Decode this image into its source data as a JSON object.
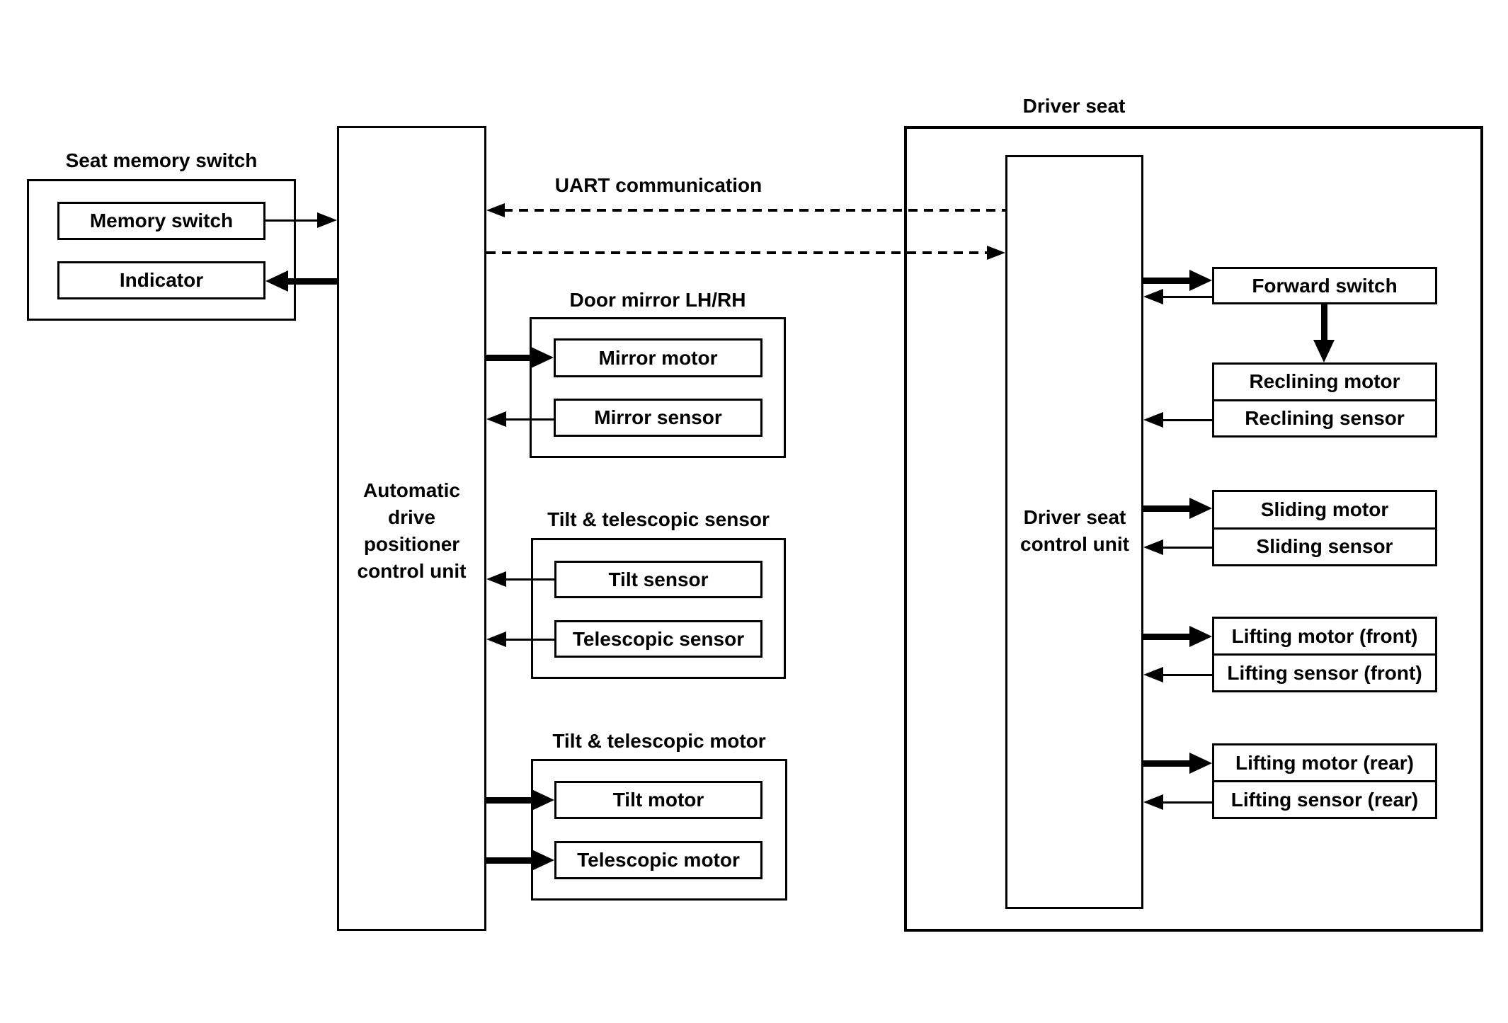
{
  "colors": {
    "line": "#000000",
    "background": "#ffffff"
  },
  "seat_memory": {
    "title": "Seat memory switch",
    "memory_switch": "Memory switch",
    "indicator": "Indicator"
  },
  "adp_unit": {
    "line1": "Automatic",
    "line2": "drive",
    "line3": "positioner",
    "line4": "control unit"
  },
  "uart": {
    "label": "UART communication"
  },
  "door_mirror": {
    "title": "Door mirror LH/RH",
    "motor": "Mirror motor",
    "sensor": "Mirror sensor"
  },
  "tilt_sensor_group": {
    "title": "Tilt & telescopic sensor",
    "tilt": "Tilt sensor",
    "telescopic": "Telescopic sensor"
  },
  "tilt_motor_group": {
    "title": "Tilt & telescopic motor",
    "tilt": "Tilt motor",
    "telescopic": "Telescopic motor"
  },
  "driver_seat": {
    "title": "Driver seat",
    "unit_line1": "Driver seat",
    "unit_line2": "control unit",
    "forward_switch": "Forward switch",
    "reclining": {
      "motor": "Reclining motor",
      "sensor": "Reclining sensor"
    },
    "sliding": {
      "motor": "Sliding motor",
      "sensor": "Sliding sensor"
    },
    "lifting_front": {
      "motor": "Lifting motor (front)",
      "sensor": "Lifting sensor (front)"
    },
    "lifting_rear": {
      "motor": "Lifting motor (rear)",
      "sensor": "Lifting sensor (rear)"
    }
  }
}
